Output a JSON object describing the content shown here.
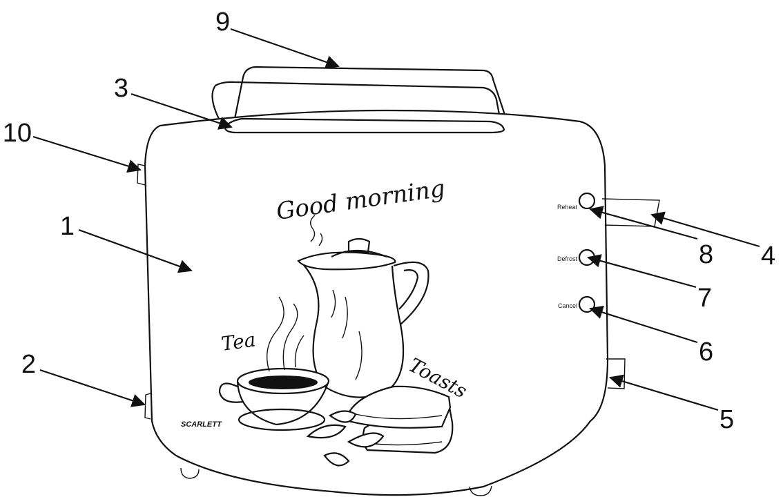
{
  "callouts": [
    "1",
    "2",
    "3",
    "4",
    "5",
    "6",
    "7",
    "8",
    "9",
    "10"
  ],
  "buttons": {
    "reheat": "Reheat",
    "defrost": "Defrost",
    "cancel": "Cancel"
  },
  "decal": {
    "headline": "Good morning",
    "left_word": "Tea",
    "right_word": "Toasts"
  },
  "brand": "SCARLETT"
}
